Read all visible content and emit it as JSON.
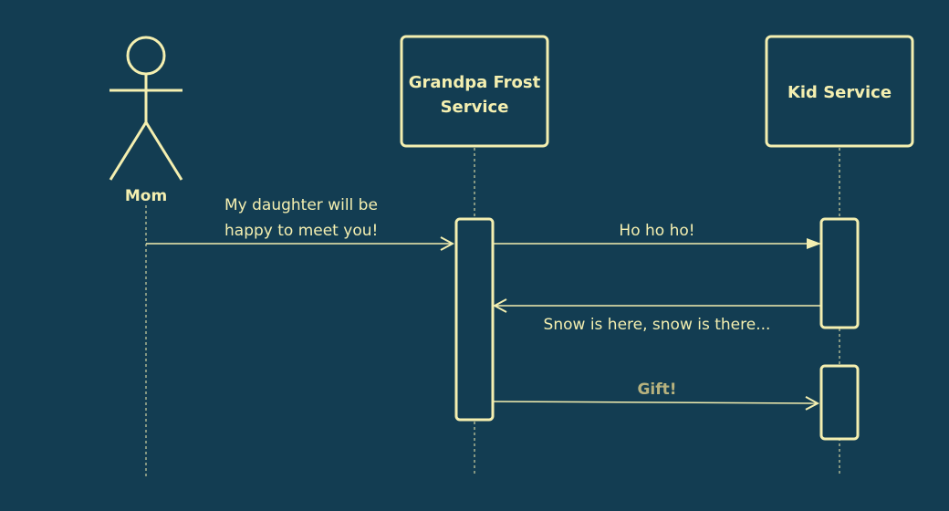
{
  "actors": {
    "mom": "Mom"
  },
  "participants": {
    "grandpa_line1": "Grandpa Frost",
    "grandpa_line2": "Service",
    "kid": "Kid Service"
  },
  "messages": {
    "m1_line1": "My daughter will be",
    "m1_line2": "happy to meet you!",
    "m2": "Ho ho ho!",
    "m3": "Snow is here,  snow is there...",
    "m4": "Gift!"
  },
  "colors": {
    "background": "#133d52",
    "ink": "#f4efb0",
    "muted_label": "#b7b27e"
  }
}
